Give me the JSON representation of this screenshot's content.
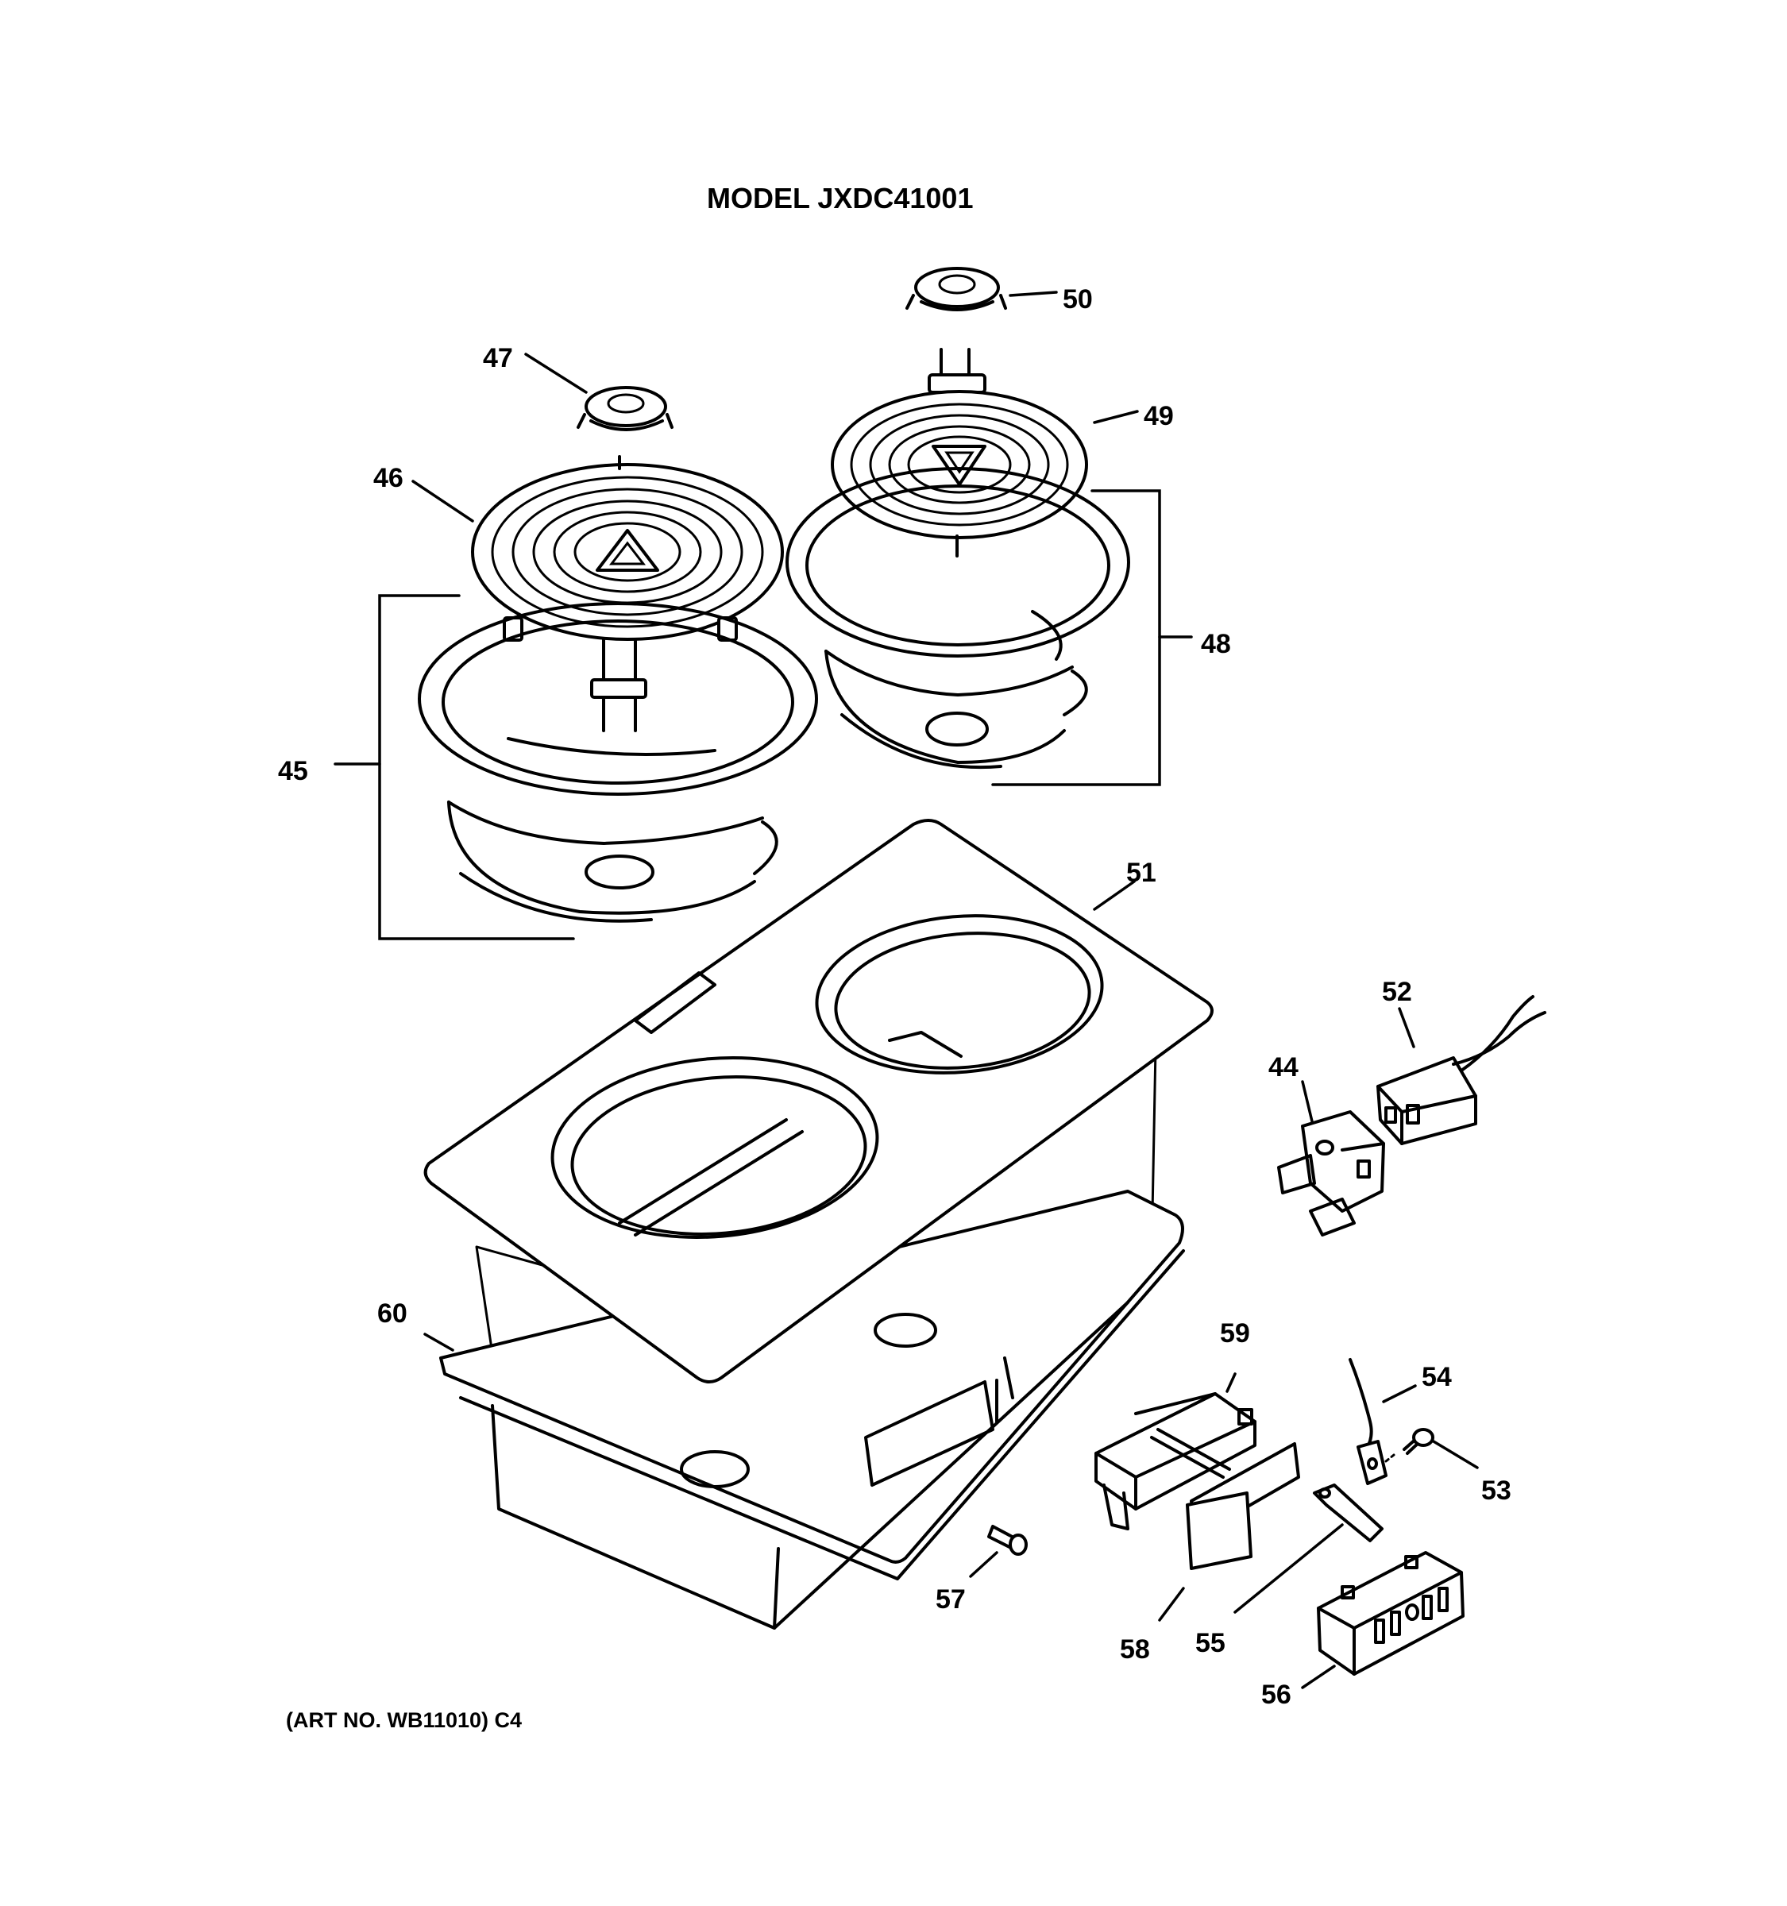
{
  "title": "MODEL JXDC41001",
  "art_number": "(ART NO. WB11010) C4",
  "callouts": [
    "44",
    "45",
    "46",
    "47",
    "48",
    "49",
    "50",
    "51",
    "52",
    "53",
    "54",
    "55",
    "56",
    "57",
    "58",
    "59",
    "60"
  ]
}
